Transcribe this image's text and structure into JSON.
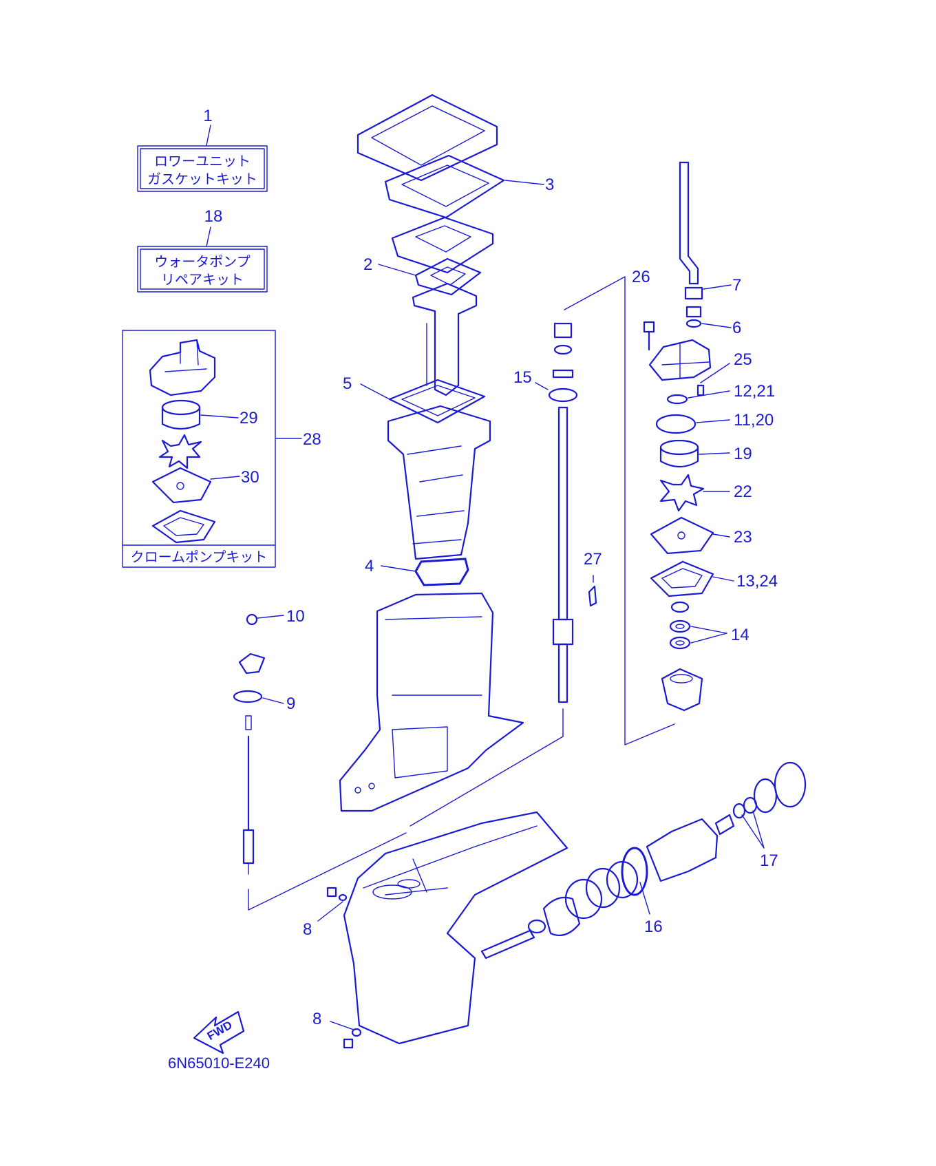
{
  "kits": {
    "gasket_kit": {
      "ref": "1",
      "line1": "ロワーユニット",
      "line2": "ガスケットキット"
    },
    "water_pump_kit": {
      "ref": "18",
      "line1": "ウォータポンプ",
      "line2": "リペアキット"
    },
    "chrome_pump_kit": {
      "ref": "28",
      "label": "クロームポンプキット"
    }
  },
  "callouts": {
    "c2": "2",
    "c3": "3",
    "c4": "4",
    "c5": "5",
    "c6": "6",
    "c7": "7",
    "c8a": "8",
    "c8b": "8",
    "c9": "9",
    "c10": "10",
    "c11_20": "11,20",
    "c12_21": "12,21",
    "c13_24": "13,24",
    "c14": "14",
    "c15": "15",
    "c16": "16",
    "c17": "17",
    "c19": "19",
    "c22": "22",
    "c23": "23",
    "c25": "25",
    "c26": "26",
    "c27": "27",
    "c29": "29",
    "c30": "30"
  },
  "fwd": "FWD",
  "diagram_code": "6N65010-E240",
  "colors": {
    "ink": "#1a1ad4",
    "background": "#ffffff"
  }
}
